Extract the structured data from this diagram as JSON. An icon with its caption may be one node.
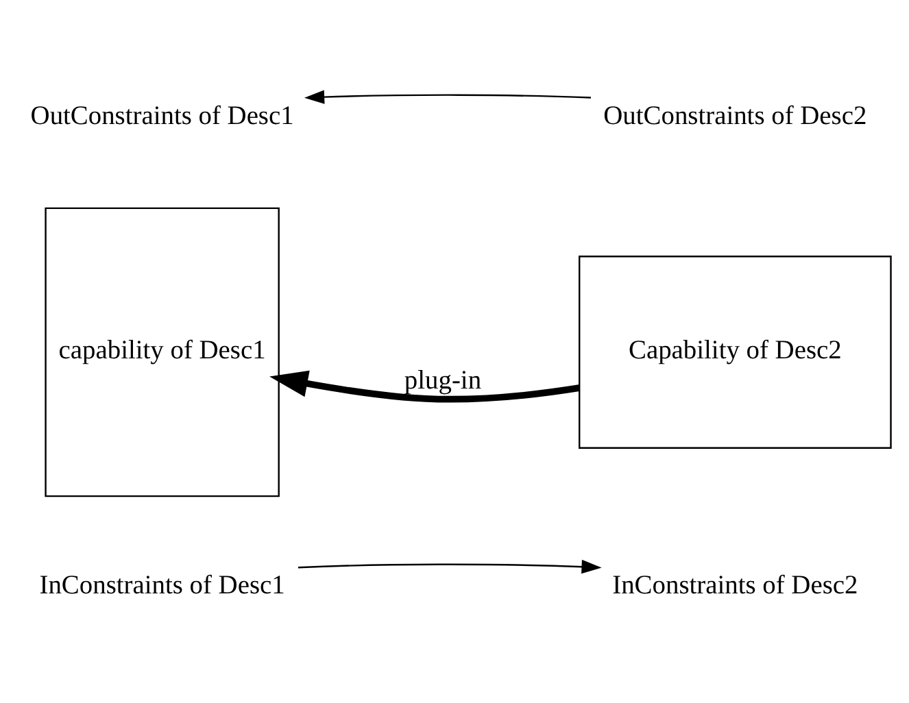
{
  "diagram": {
    "nodes": [
      {
        "text": [
          "InConstraints of Desc1"
        ]
      },
      {
        "text": [
          "InConstraints of Desc2"
        ]
      },
      {
        "text": [
          "capability of Desc1"
        ]
      },
      {
        "text": [
          "Capability of Desc2"
        ]
      },
      {
        "text": [
          "OutConstraints of Desc1"
        ]
      },
      {
        "text": [
          "OutConstraints of Desc2"
        ]
      }
    ],
    "edges": [
      {
        "from": 0,
        "to": 1,
        "arrow": "to"
      },
      {
        "from": 3,
        "to": 2,
        "arrow": "to",
        "label": "plug-in",
        "style": "thick"
      },
      {
        "from": 5,
        "to": 4,
        "arrow": "to"
      }
    ]
  }
}
